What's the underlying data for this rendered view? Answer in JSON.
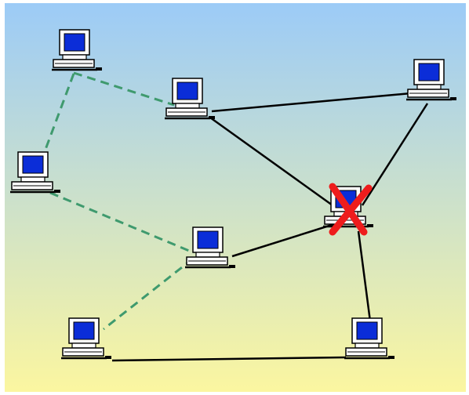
{
  "diagram": {
    "type": "network-topology",
    "background": {
      "top_color": "#9ccbf7",
      "bottom_color": "#fbf6a0"
    },
    "colors": {
      "active_link": "#000000",
      "backup_link": "#3f9a6e",
      "failure_mark": "#ee1c1c",
      "screen": "#0b2dd8",
      "monitor_frame": "#ffffff",
      "outline": "#000000"
    },
    "nodes": [
      {
        "id": "n1",
        "icon": "computer-icon"
      },
      {
        "id": "n2",
        "icon": "computer-icon"
      },
      {
        "id": "n3",
        "icon": "computer-icon"
      },
      {
        "id": "n4",
        "icon": "computer-icon"
      },
      {
        "id": "n5",
        "icon": "computer-icon",
        "status": "failed"
      },
      {
        "id": "n6",
        "icon": "computer-icon"
      },
      {
        "id": "n7",
        "icon": "computer-icon"
      },
      {
        "id": "n8",
        "icon": "computer-icon"
      }
    ],
    "links": [
      {
        "from": "n1",
        "to": "n3",
        "style": "dashed"
      },
      {
        "from": "n1",
        "to": "n4",
        "style": "dashed"
      },
      {
        "from": "n4",
        "to": "n6",
        "style": "dashed"
      },
      {
        "from": "n6",
        "to": "n7",
        "style": "dashed"
      },
      {
        "from": "n3",
        "to": "n2",
        "style": "solid"
      },
      {
        "from": "n3",
        "to": "n5",
        "style": "solid"
      },
      {
        "from": "n2",
        "to": "n5",
        "style": "solid"
      },
      {
        "from": "n6",
        "to": "n5",
        "style": "solid"
      },
      {
        "from": "n5",
        "to": "n8",
        "style": "solid"
      },
      {
        "from": "n7",
        "to": "n8",
        "style": "solid"
      }
    ],
    "failed_node": "n5",
    "failure_icon": "cross-mark-icon"
  }
}
